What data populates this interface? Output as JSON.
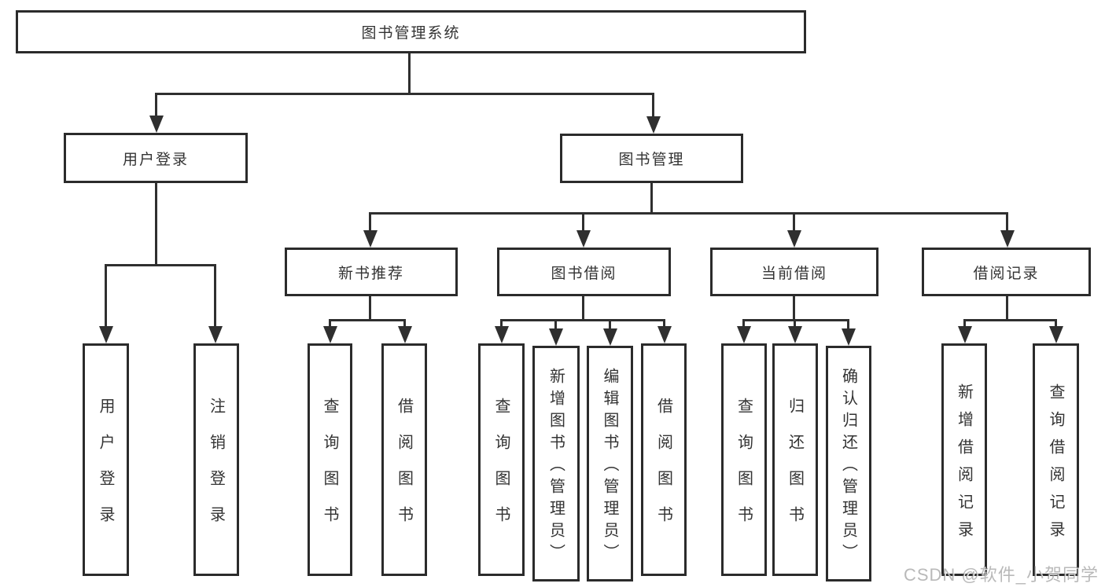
{
  "diagram": {
    "root": {
      "label": "图书管理系统",
      "children": [
        {
          "label": "用户登录",
          "children": [
            {
              "label": "用户登录"
            },
            {
              "label": "注销登录"
            }
          ]
        },
        {
          "label": "图书管理",
          "children": [
            {
              "label": "新书推荐",
              "children": [
                {
                  "label": "查询图书"
                },
                {
                  "label": "借阅图书"
                }
              ]
            },
            {
              "label": "图书借阅",
              "children": [
                {
                  "label": "查询图书"
                },
                {
                  "label": "新增图书（管理员）"
                },
                {
                  "label": "编辑图书（管理员）"
                },
                {
                  "label": "借阅图书"
                }
              ]
            },
            {
              "label": "当前借阅",
              "children": [
                {
                  "label": "查询图书"
                },
                {
                  "label": "归还图书"
                },
                {
                  "label": "确认归还（管理员）"
                }
              ]
            },
            {
              "label": "借阅记录",
              "children": [
                {
                  "label": "新增借阅记录"
                },
                {
                  "label": "查询借阅记录"
                }
              ]
            }
          ]
        }
      ]
    },
    "colors": {
      "line": "#2f2f2f",
      "box_border": "#2b2b2b",
      "text": "#333333",
      "watermark": "#808080"
    }
  },
  "watermark": {
    "text": "CSDN @软件_小贺同学"
  }
}
